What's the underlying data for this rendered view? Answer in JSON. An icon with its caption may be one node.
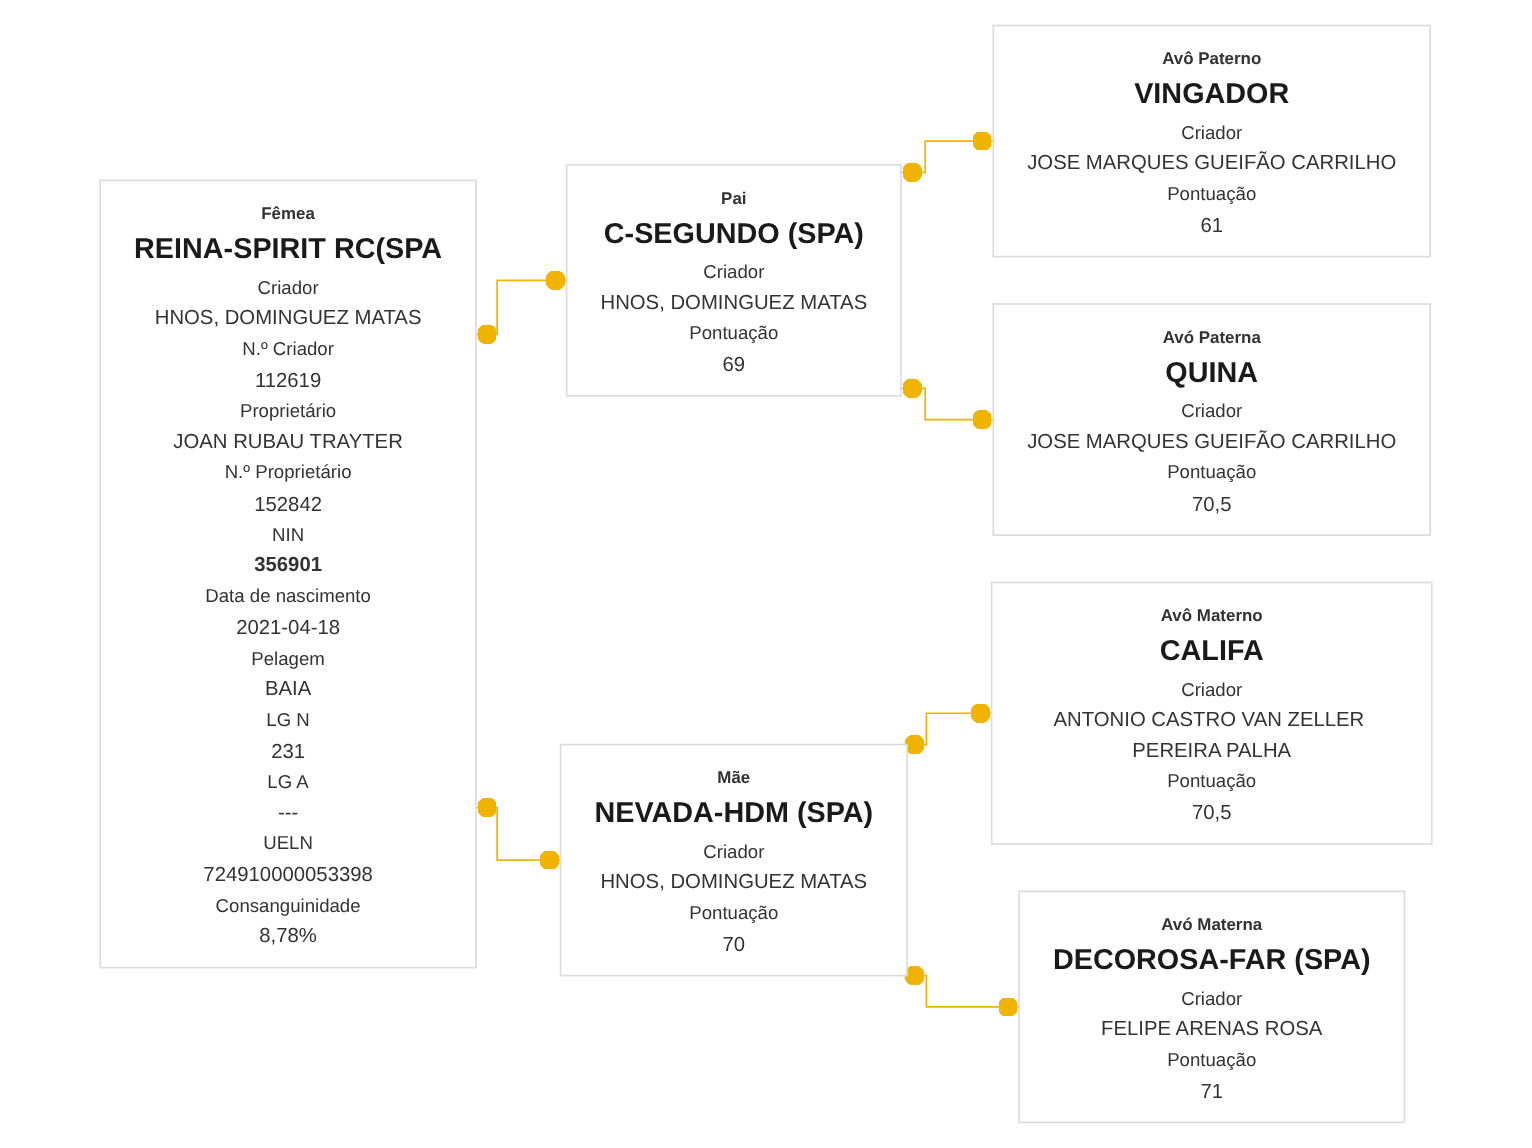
{
  "diagram": {
    "nodes": [
      {
        "text": [
          "Fêmea",
          "REINA-SPIRIT RC(SPA",
          "Criador",
          "HNOS, DOMINGUEZ MATAS",
          "N.º Criador",
          "112619",
          "Proprietário",
          "JOAN RUBAU TRAYTER",
          "N.º Proprietário",
          "152842",
          "NIN",
          "356901",
          "Data de nascimento",
          "2021-04-18",
          "Pelagem",
          "BAIA",
          "LG N",
          "231",
          "LG A",
          "---",
          "UELN",
          "724910000053398",
          "Consanguinidade",
          "8,78%"
        ]
      },
      {
        "text": [
          "Pai",
          "C-SEGUNDO (SPA)",
          "Criador",
          "HNOS, DOMINGUEZ MATAS",
          "Pontuação",
          "69"
        ]
      },
      {
        "text": [
          "Mãe",
          "NEVADA-HDM (SPA)",
          "Criador",
          "HNOS, DOMINGUEZ MATAS",
          "Pontuação",
          "70"
        ]
      },
      {
        "text": [
          "Avô Paterno",
          "VINGADOR",
          "Criador",
          "JOSE MARQUES GUEIFÃO CARRILHO",
          "Pontuação",
          "61"
        ]
      },
      {
        "text": [
          "Avó Paterna",
          "QUINA",
          "Criador",
          "JOSE MARQUES GUEIFÃO CARRILHO",
          "Pontuação",
          "70,5"
        ]
      },
      {
        "text": [
          "Avô Materno",
          "CALIFA",
          "Criador",
          "ANTONIO CASTRO VAN ZELLER PEREIRA PALHA",
          "Pontuação",
          "70,5"
        ]
      },
      {
        "text": [
          "Avó Materna",
          "DECOROSA-FAR (SPA)",
          "Criador",
          "FELIPE ARENAS ROSA",
          "Pontuação",
          "71"
        ]
      }
    ],
    "edges": [
      {
        "from": 0,
        "to": 1,
        "arrow": "other"
      },
      {
        "from": 0,
        "to": 2,
        "arrow": "other"
      },
      {
        "from": 1,
        "to": 3,
        "arrow": "other"
      },
      {
        "from": 1,
        "to": 4,
        "arrow": "other"
      },
      {
        "from": 2,
        "to": 5,
        "arrow": "other"
      },
      {
        "from": 2,
        "to": 6,
        "arrow": "other"
      }
    ]
  }
}
